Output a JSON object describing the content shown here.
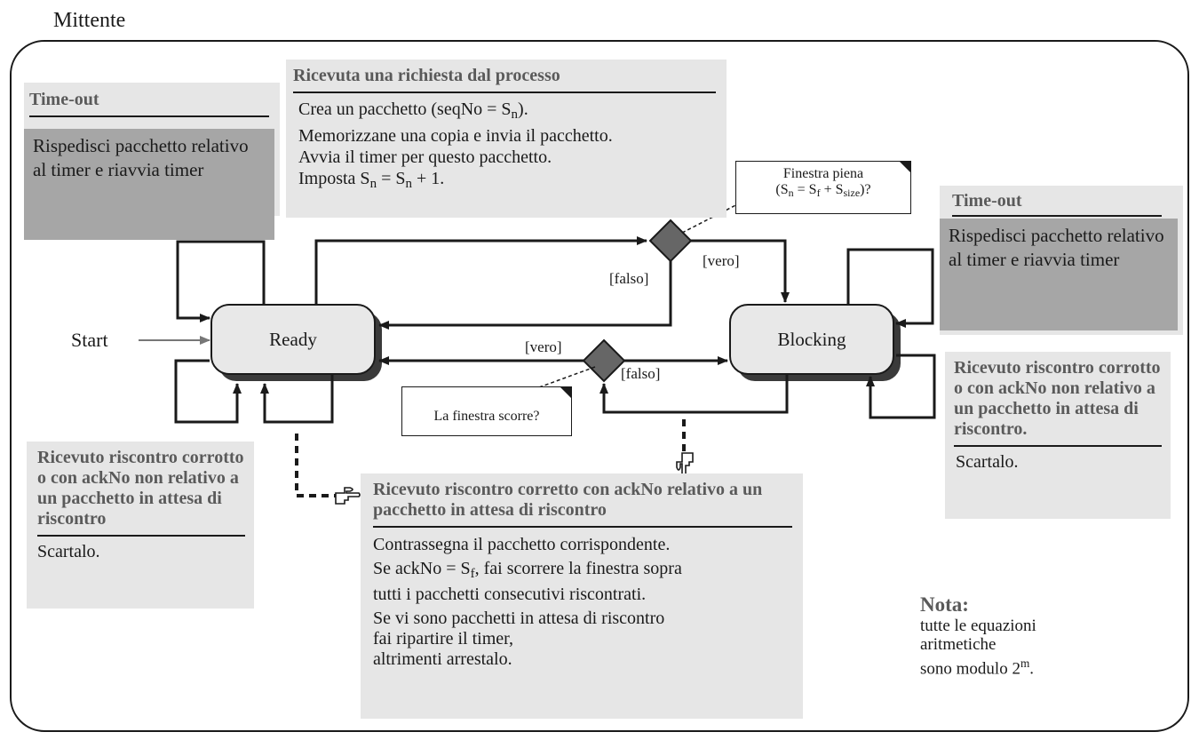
{
  "title": "Mittente",
  "states": {
    "ready": "Ready",
    "blocking": "Blocking"
  },
  "start_label": "Start",
  "labels": {
    "vero_top": "[vero]",
    "falso_top": "[falso]",
    "vero_mid": "[vero]",
    "falso_mid": "[falso]"
  },
  "request_box": {
    "header": "Ricevuta una richiesta dal processo",
    "lines": [
      "Crea un pacchetto (seqNo = S",
      "n",
      ").",
      "Memorizzane una copia e invia il pacchetto.",
      "Avvia il timer per questo pacchetto.",
      "Imposta S",
      "n",
      " = S",
      "n",
      " + 1."
    ]
  },
  "timeout_left": {
    "header": "Time-out",
    "body": "Rispedisci pacchetto relativo al timer e riavvia timer"
  },
  "timeout_right": {
    "header": "Time-out",
    "body": "Rispedisci pacchetto relativo al timer e riavvia timer"
  },
  "window_full": {
    "line1": "Finestra piena",
    "line2": "(S",
    "sub_n": "n",
    "eq": " = S",
    "sub_f": "f",
    "plus": " + S",
    "sub_size": "size",
    "end": ")?"
  },
  "window_slide": "La finestra scorre?",
  "ack_left": {
    "header": "Ricevuto riscontro corrotto o con ackNo non relativo a un pacchetto in attesa di riscontro",
    "body": "Scartalo."
  },
  "ack_right": {
    "header": "Ricevuto riscontro corrotto o con ackNo non relativo a un pacchetto in attesa di riscontro.",
    "body": "Scartalo."
  },
  "ack_ok": {
    "header": "Ricevuto riscontro corretto con ackNo relativo a un pacchetto in attesa di riscontro",
    "line1": "Contrassegna il pacchetto corrispondente.",
    "line2a": "Se ackNo = S",
    "line2sub": "f",
    "line2b": ", fai scorrere la finestra sopra",
    "line3": "tutti i pacchetti consecutivi riscontrati.",
    "line4": "Se vi sono pacchetti in attesa di riscontro",
    "line5": "fai ripartire il timer,",
    "line6": "altrimenti arrestalo."
  },
  "note": {
    "title": "Nota:",
    "line1": "tutte le equazioni",
    "line2": "aritmetiche",
    "line3": "sono modulo 2",
    "sup": "m",
    "end": "."
  },
  "colors": {
    "box_fill": "#e6e6e6",
    "dark_fill": "#a6a6a6",
    "state_fill": "#e8e8e8",
    "diamond": "#666666",
    "header_text": "#5a5a5a"
  }
}
